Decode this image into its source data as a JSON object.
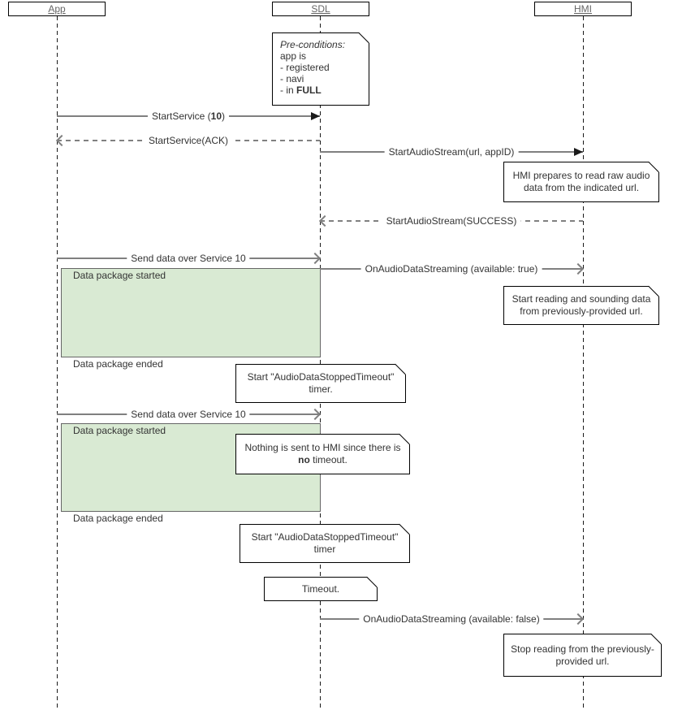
{
  "diagram": {
    "actors": [
      {
        "label": "App"
      },
      {
        "label": "SDL"
      },
      {
        "label": "HMI"
      }
    ],
    "precondition_note": {
      "heading": "Pre-conditions:",
      "lines": [
        "app is",
        "- registered",
        "- navi"
      ],
      "last_line_prefix": "- in ",
      "last_line_bold": "FULL"
    },
    "messages": {
      "start_service_pre": "StartService (",
      "start_service_bold": "10",
      "start_service_post": ")",
      "start_service_ack": "StartService(ACK)",
      "start_audio_stream": "StartAudioStream(url, appID)",
      "start_audio_stream_success": "StartAudioStream(SUCCESS)",
      "send_data_1": "Send data over Service 10",
      "on_audio_streaming_true": "OnAudioDataStreaming (available: true)",
      "send_data_2": "Send data over Service 10",
      "on_audio_streaming_false": "OnAudioDataStreaming (available: false)"
    },
    "notes": {
      "hmi_prepares": "HMI prepares to read raw audio data from the indicated url.",
      "start_reading": "Start reading and sounding data from previously-provided url.",
      "timer_1": "Start \"AudioDataStoppedTimeout\" timer.",
      "nothing_pre": "Nothing is sent to HMI since there is ",
      "nothing_bold": "no",
      "nothing_post": " timeout.",
      "timer_2": "Start \"AudioDataStoppedTimeout\" timer",
      "timeout": "Timeout.",
      "stop_reading": "Stop reading from the previously-provided url."
    },
    "activations": {
      "started_label": "Data package started",
      "ended_label": "Data package ended"
    }
  },
  "colors": {
    "activation_fill": "#d9ead3",
    "line_color": "#808080",
    "text_color": "#333333"
  }
}
